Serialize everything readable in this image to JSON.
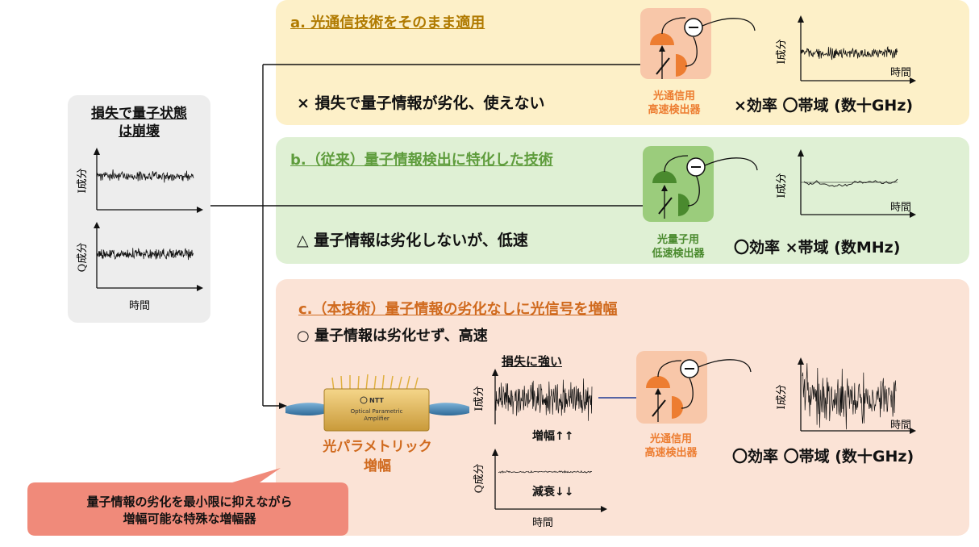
{
  "input_box": {
    "title_line1": "損失で量子状態",
    "title_line2": "は崩壊",
    "i_label": "I成分",
    "q_label": "Q成分",
    "x_label": "時間"
  },
  "panel_a": {
    "heading": "a. 光通信技術をそのまま適用",
    "result": "× 損失で量子情報が劣化、使えない",
    "detector_line1": "光通信用",
    "detector_line2": "高速検出器",
    "efficiency_band": "×効率 〇帯域 (数十GHz)",
    "y_label": "I成分",
    "x_label": "時間"
  },
  "panel_b": {
    "heading": "b.（従来）量子情報検出に特化した技術",
    "result": "△ 量子情報は劣化しないが、低速",
    "detector_line1": "光量子用",
    "detector_line2": "低速検出器",
    "efficiency_band": "〇効率 ×帯域 (数MHz)",
    "y_label": "I成分",
    "x_label": "時間"
  },
  "panel_c": {
    "heading": "c.（本技術）量子情報の劣化なしに光信号を増幅",
    "result": "○ 量子情報は劣化せず、高速",
    "amplifier_brand": "NTT",
    "amplifier_text_line1": "Optical Parametric",
    "amplifier_text_line2": "Amplifier",
    "amplifier_label_line1": "光パラメトリック",
    "amplifier_label_line2": "増幅",
    "robust_label": "損失に強い",
    "amplify_label": "増幅↑↑",
    "attenuate_label": "減衰↓↓",
    "i_label": "I成分",
    "q_label": "Q成分",
    "x_label": "時間",
    "detector_line1": "光通信用",
    "detector_line2": "高速検出器",
    "efficiency_band": "〇効率 〇帯域 (数十GHz)",
    "out_y_label": "I成分",
    "out_x_label": "時間"
  },
  "callout": {
    "line1": "量子情報の劣化を最小限に抑えながら",
    "line2": "増幅可能な特殊な増幅器"
  },
  "colors": {
    "panel_a_bg": "#fdf0c8",
    "panel_b_bg": "#dff0d4",
    "panel_c_bg": "#fbe3d6",
    "input_bg": "#ededed",
    "heading_a": "#b07a00",
    "heading_b": "#5e9c3c",
    "heading_c": "#d06a1e",
    "det_orange": "#ed7d31",
    "det_green": "#4a8a2e",
    "callout_bg": "#f08a7a"
  }
}
